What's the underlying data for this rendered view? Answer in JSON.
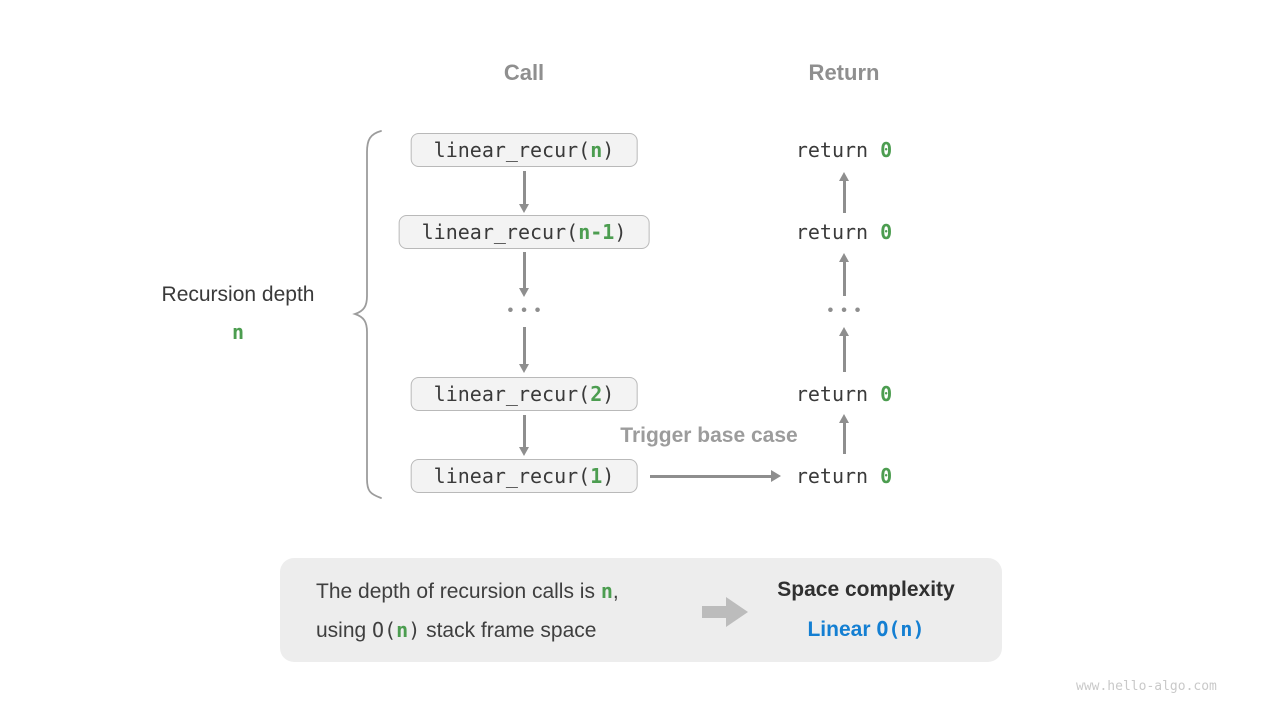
{
  "colors": {
    "green": "#4c9d50",
    "blue": "#147fd2",
    "arrow": "#8e8e8e",
    "header-gray": "#8f8f8f",
    "box-bg": "#f3f3f3",
    "box-border": "#b9b9b9",
    "summary-bg": "#ededed"
  },
  "headers": {
    "call": "Call",
    "return": "Return"
  },
  "left_label": {
    "title": "Recursion depth",
    "variable": "n"
  },
  "call_column": {
    "boxes": [
      {
        "pre": "linear_recur(",
        "arg": "n",
        "post": ")"
      },
      {
        "pre": "linear_recur(",
        "arg": "n-1",
        "post": ")"
      },
      {
        "pre": "linear_recur(",
        "arg": "2",
        "post": ")"
      },
      {
        "pre": "linear_recur(",
        "arg": "1",
        "post": ")"
      }
    ],
    "ellipsis": "•••"
  },
  "return_column": {
    "rows": [
      {
        "keyword": "return ",
        "value": "0"
      },
      {
        "keyword": "return ",
        "value": "0"
      },
      {
        "keyword": "return ",
        "value": "0"
      },
      {
        "keyword": "return ",
        "value": "0"
      }
    ],
    "ellipsis": "•••"
  },
  "trigger_label": "Trigger base case",
  "summary": {
    "line1": {
      "pre": "The depth of recursion calls is ",
      "var": "n",
      "post": ","
    },
    "line2": {
      "pre": "using ",
      "code_open": "O(",
      "var": "n",
      "code_close": ")",
      "post": " stack frame space"
    },
    "space_complexity_title": "Space complexity",
    "space_complexity_value": {
      "word": "Linear ",
      "code": "O(n)"
    }
  },
  "watermark": "www.hello-algo.com"
}
